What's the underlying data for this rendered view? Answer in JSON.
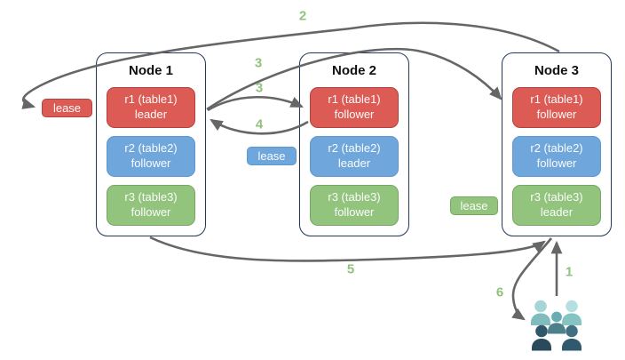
{
  "diagram_title": "",
  "nodes": [
    {
      "title": "Node 1",
      "replicas": [
        {
          "name": "r1 (table1)",
          "role": "leader",
          "color": "red"
        },
        {
          "name": "r2 (table2)",
          "role": "follower",
          "color": "blue"
        },
        {
          "name": "r3 (table3)",
          "role": "follower",
          "color": "green"
        }
      ]
    },
    {
      "title": "Node 2",
      "replicas": [
        {
          "name": "r1 (table1)",
          "role": "follower",
          "color": "red"
        },
        {
          "name": "r2 (table2)",
          "role": "leader",
          "color": "blue"
        },
        {
          "name": "r3 (table3)",
          "role": "follower",
          "color": "green"
        }
      ]
    },
    {
      "title": "Node 3",
      "replicas": [
        {
          "name": "r1 (table1)",
          "role": "follower",
          "color": "red"
        },
        {
          "name": "r2 (table2)",
          "role": "follower",
          "color": "blue"
        },
        {
          "name": "r3 (table3)",
          "role": "leader",
          "color": "green"
        }
      ]
    }
  ],
  "leases": [
    {
      "label": "lease",
      "color": "red"
    },
    {
      "label": "lease",
      "color": "blue"
    },
    {
      "label": "lease",
      "color": "green"
    }
  ],
  "steps": [
    {
      "label": "2"
    },
    {
      "label": "3"
    },
    {
      "label": "3"
    },
    {
      "label": "4"
    },
    {
      "label": "5"
    },
    {
      "label": "1"
    },
    {
      "label": "6"
    }
  ],
  "icons": {
    "users": "users-group-icon"
  },
  "colors": {
    "red_fill": "#dc5b55",
    "red_border": "#b4423c",
    "blue_fill": "#6fa7dc",
    "blue_border": "#5e96cf",
    "green_fill": "#93c47d",
    "green_border": "#76a861",
    "node_border": "#22395c",
    "arrow": "#666666",
    "step_label": "#8fc27b",
    "users_teal_light": "#a5d5d6",
    "users_teal": "#68acb4",
    "users_dark": "#2a4a5c"
  }
}
